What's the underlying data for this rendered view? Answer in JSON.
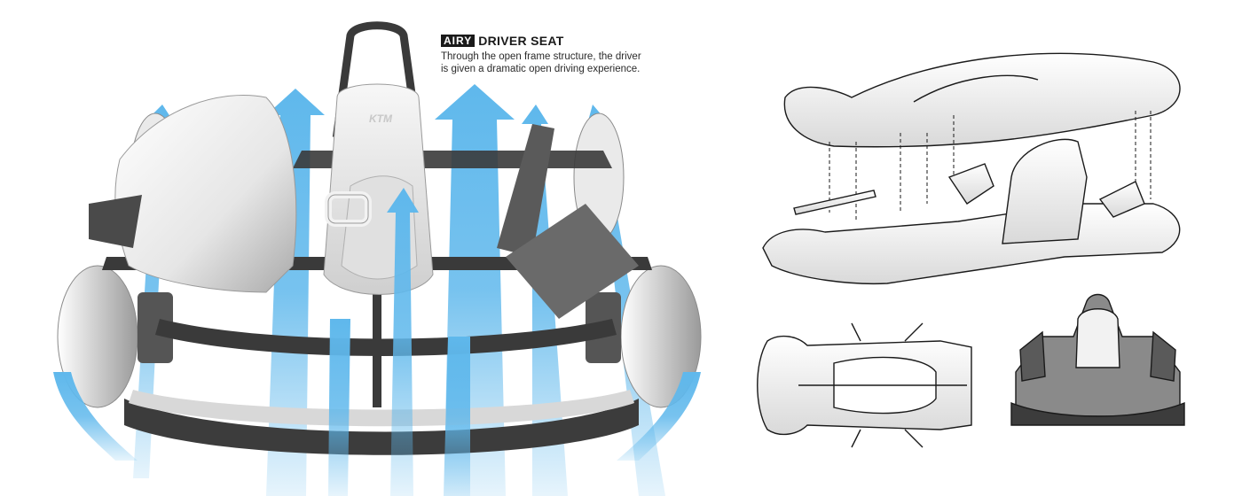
{
  "caption": {
    "brand": "AIRY",
    "title": "DRIVER SEAT",
    "line1": "Through the open frame structure, the driver",
    "line2": "is given a dramatic open driving experience."
  },
  "seat_logo": "KTM",
  "colors": {
    "airflow": "#5fb8ec",
    "body_light": "#f2f2f2",
    "body_shade": "#b8b8b8",
    "frame_dark": "#3a3a3a",
    "line": "#1a1a1a"
  }
}
